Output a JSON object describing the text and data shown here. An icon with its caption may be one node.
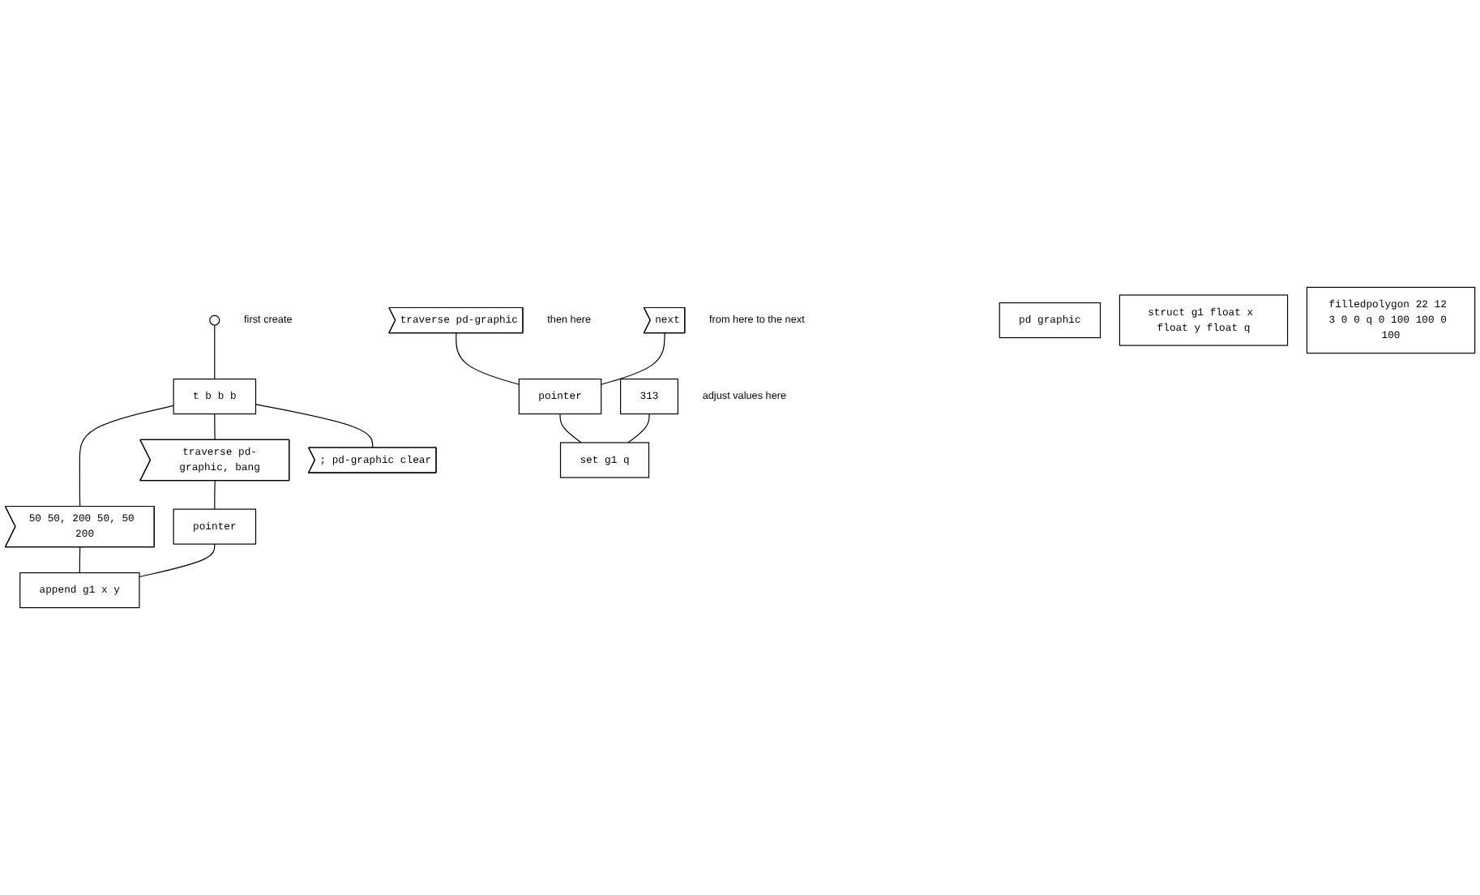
{
  "diagram": {
    "nodes": [
      {
        "text": [],
        "shape": "circle",
        "beside": [
          "first create"
        ]
      },
      {
        "text": [
          "t b b b"
        ]
      },
      {
        "text": [
          "traverse pd-graphic"
        ],
        "beside": [
          "then here"
        ]
      },
      {
        "text": [
          "traverse pd-graphic, bang"
        ]
      },
      {
        "text": [
          "next"
        ],
        "beside": [
          "from here to the next"
        ]
      },
      {
        "text": [
          "50 50, 200 50, 50 200"
        ]
      },
      {
        "text": [
          "pointer"
        ]
      },
      {
        "text": [
          "; pd-graphic clear"
        ]
      },
      {
        "text": [
          "pointer"
        ]
      },
      {
        "text": [
          "313"
        ],
        "beside": [
          "adjust values here"
        ]
      },
      {
        "text": [
          "append g1 x y"
        ]
      },
      {
        "text": [
          "set g1 q"
        ]
      },
      {
        "text": [
          "pd graphic"
        ]
      },
      {
        "text": [
          "struct g1 float x float y float q"
        ]
      },
      {
        "text": [
          "filledpolygon 22 12 3 0 0 q 0 100 100 0 100"
        ]
      }
    ],
    "edges": [
      {
        "from": 0,
        "to": 1,
        "arrow": "none"
      },
      {
        "from": 1,
        "to": 5,
        "arrow": "none"
      },
      {
        "from": 1,
        "to": 3,
        "arrow": "none"
      },
      {
        "from": 1,
        "to": 7,
        "arrow": "none"
      },
      {
        "from": 3,
        "to": 6,
        "arrow": "none"
      },
      {
        "from": 5,
        "to": 10,
        "arrow": "none"
      },
      {
        "from": 6,
        "to": 10,
        "arrow": "none"
      },
      {
        "from": 2,
        "to": 8,
        "arrow": "none"
      },
      {
        "from": 4,
        "to": 8,
        "arrow": "none"
      },
      {
        "from": 8,
        "to": 11,
        "arrow": "none"
      },
      {
        "from": 9,
        "to": 11,
        "arrow": "none"
      }
    ]
  }
}
